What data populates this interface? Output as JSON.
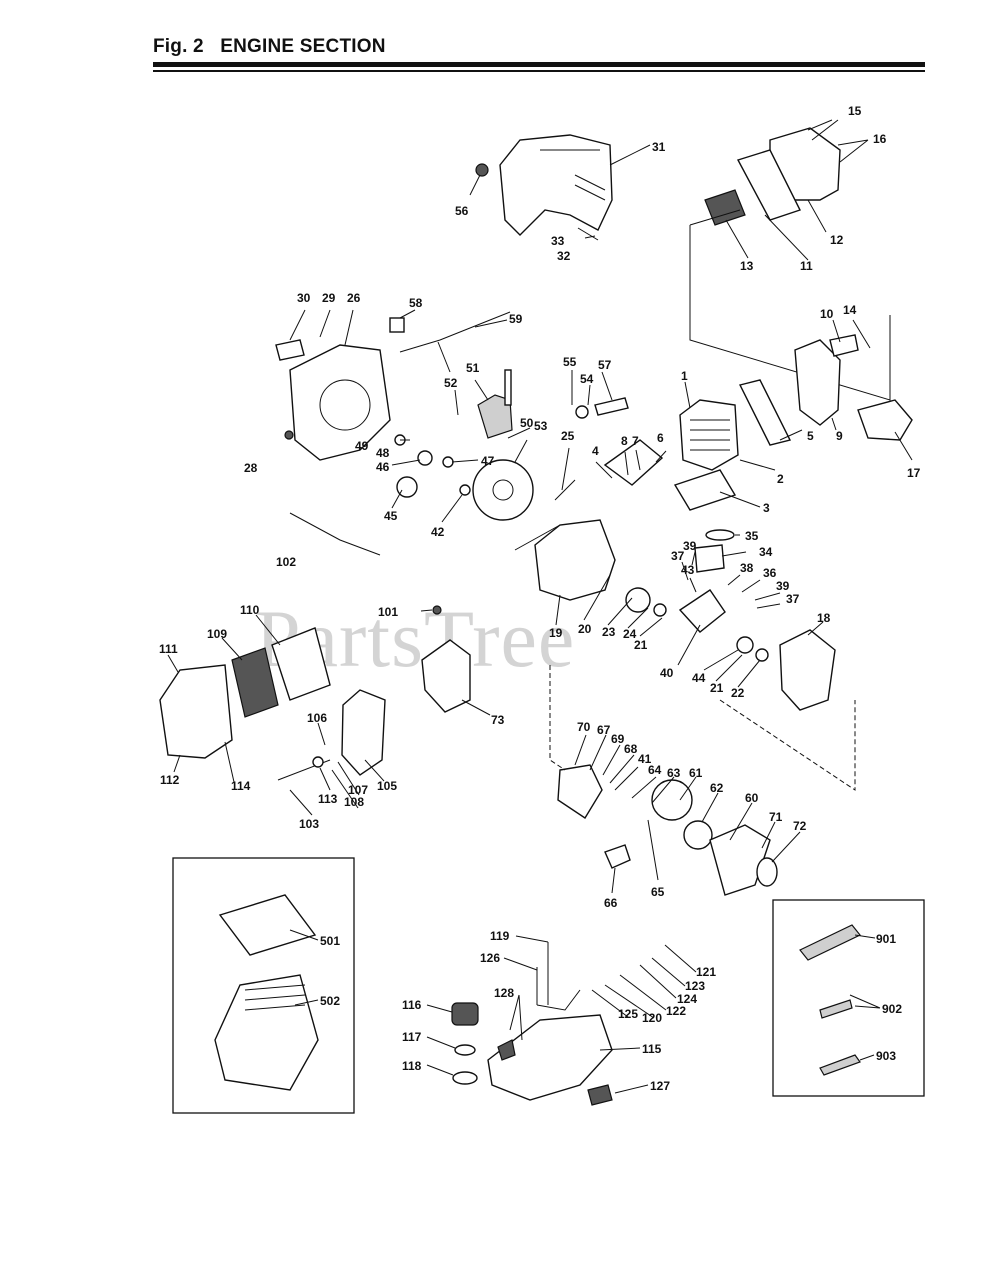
{
  "figure": {
    "title": "Fig. 2   ENGINE SECTION"
  },
  "watermark": "PartsTree",
  "callouts": [
    "15",
    "16",
    "31",
    "56",
    "12",
    "13",
    "11",
    "33",
    "32",
    "30",
    "29",
    "26",
    "58",
    "59",
    "10",
    "14",
    "51",
    "55",
    "57",
    "54",
    "52",
    "1",
    "53",
    "17",
    "9",
    "5",
    "2",
    "28",
    "49",
    "48",
    "47",
    "46",
    "45",
    "50",
    "42",
    "25",
    "4",
    "8",
    "7",
    "6",
    "3",
    "102",
    "35",
    "39",
    "34",
    "37",
    "43",
    "38",
    "36",
    "39",
    "37",
    "101",
    "110",
    "109",
    "111",
    "19",
    "20",
    "23",
    "24",
    "21",
    "18",
    "73",
    "40",
    "44",
    "21",
    "22",
    "106",
    "112",
    "114",
    "113",
    "107",
    "108",
    "105",
    "103",
    "70",
    "67",
    "69",
    "68",
    "41",
    "64",
    "63",
    "61",
    "62",
    "60",
    "71",
    "72",
    "66",
    "65",
    "501",
    "502",
    "119",
    "126",
    "121",
    "123",
    "124",
    "122",
    "120",
    "125",
    "128",
    "116",
    "115",
    "117",
    "118",
    "127",
    "901",
    "902",
    "903"
  ]
}
